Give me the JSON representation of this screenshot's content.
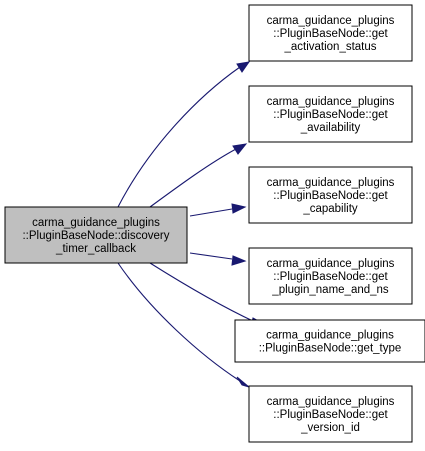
{
  "colors": {
    "edge": "#191970",
    "source_fill": "#bfbfbf",
    "target_fill": "#ffffff",
    "border": "#000000",
    "text": "#000000"
  },
  "source": {
    "lines": [
      "carma_guidance_plugins",
      "::PluginBaseNode::discovery",
      "_timer_callback"
    ]
  },
  "targets": [
    {
      "lines": [
        "carma_guidance_plugins",
        "::PluginBaseNode::get",
        "_activation_status"
      ]
    },
    {
      "lines": [
        "carma_guidance_plugins",
        "::PluginBaseNode::get",
        "_availability"
      ]
    },
    {
      "lines": [
        "carma_guidance_plugins",
        "::PluginBaseNode::get",
        "_capability"
      ]
    },
    {
      "lines": [
        "carma_guidance_plugins",
        "::PluginBaseNode::get",
        "_plugin_name_and_ns"
      ]
    },
    {
      "lines": [
        "carma_guidance_plugins",
        "::PluginBaseNode::get_type"
      ]
    },
    {
      "lines": [
        "carma_guidance_plugins",
        "::PluginBaseNode::get",
        "_version_id"
      ]
    }
  ]
}
